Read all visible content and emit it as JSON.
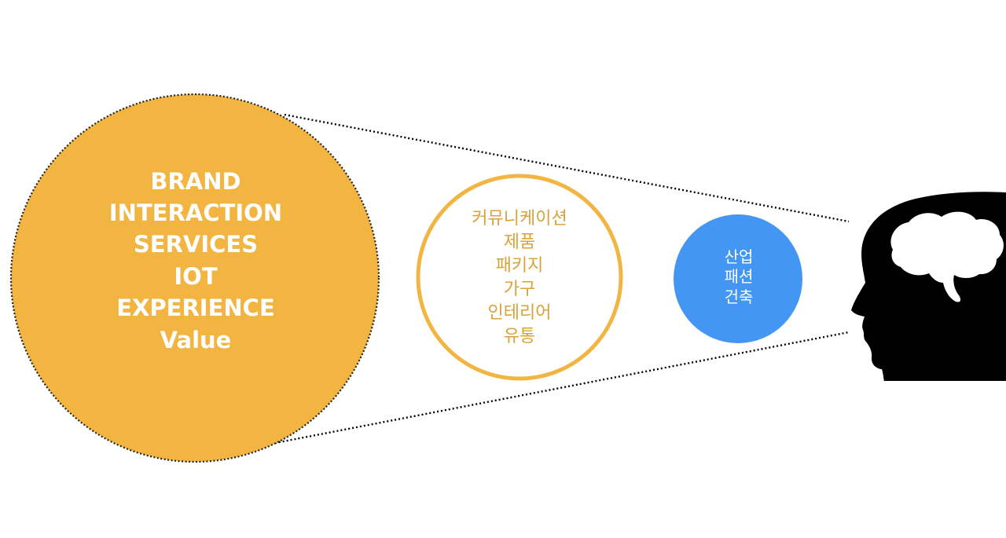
{
  "colors": {
    "big_circle_fill": "#F2B541",
    "mid_circle_stroke": "#F2B541",
    "mid_text": "#D8A23C",
    "small_circle_fill": "#4396F1",
    "head": "#000000",
    "beam_line": "#000000"
  },
  "big_circle": {
    "lines": [
      "BRAND",
      "INTERACTION",
      "SERVICES",
      "IOT",
      "EXPERIENCE",
      "Value"
    ]
  },
  "mid_circle": {
    "lines": [
      "커뮤니케이션",
      "제품",
      "패키지",
      "가구",
      "인테리어",
      "유통"
    ]
  },
  "small_circle": {
    "lines": [
      "산업",
      "패션",
      "건축"
    ]
  },
  "icons": {
    "head": "human-head-brain-icon"
  }
}
